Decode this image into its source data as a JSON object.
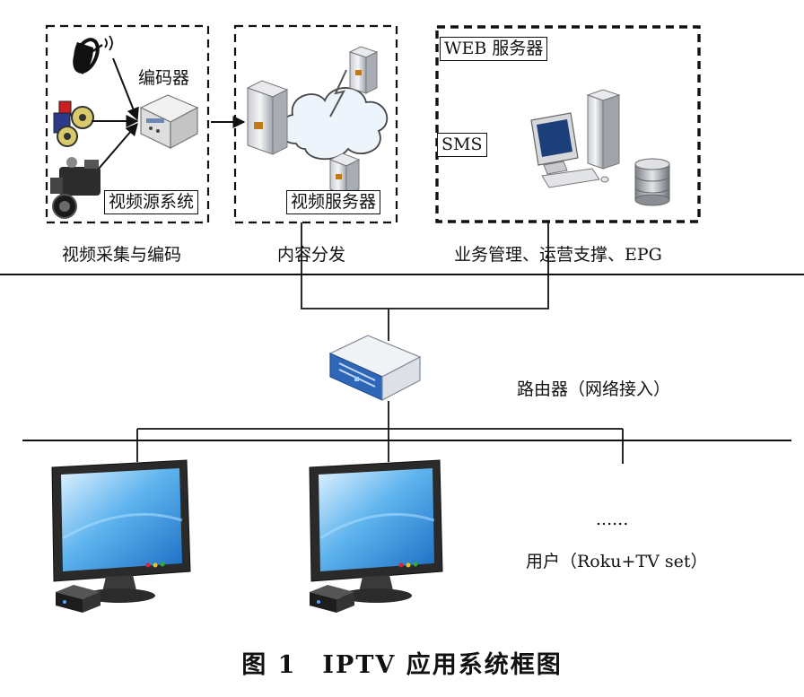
{
  "boxes": {
    "encoder_label": "编码器",
    "video_source_system": "视频源系统",
    "video_server": "视频服务器",
    "web_server": "WEB 服务器",
    "sms": "SMS"
  },
  "sections": {
    "capture_encoding": "视频采集与编码",
    "content_distribution": "内容分发",
    "business_management": "业务管理、运营支撑、EPG"
  },
  "router": {
    "label": "路由器（网络接入）"
  },
  "users": {
    "ellipsis": "......",
    "label": "用户（Roku+TV set）"
  },
  "caption": "图 1　IPTV 应用系统框图"
}
